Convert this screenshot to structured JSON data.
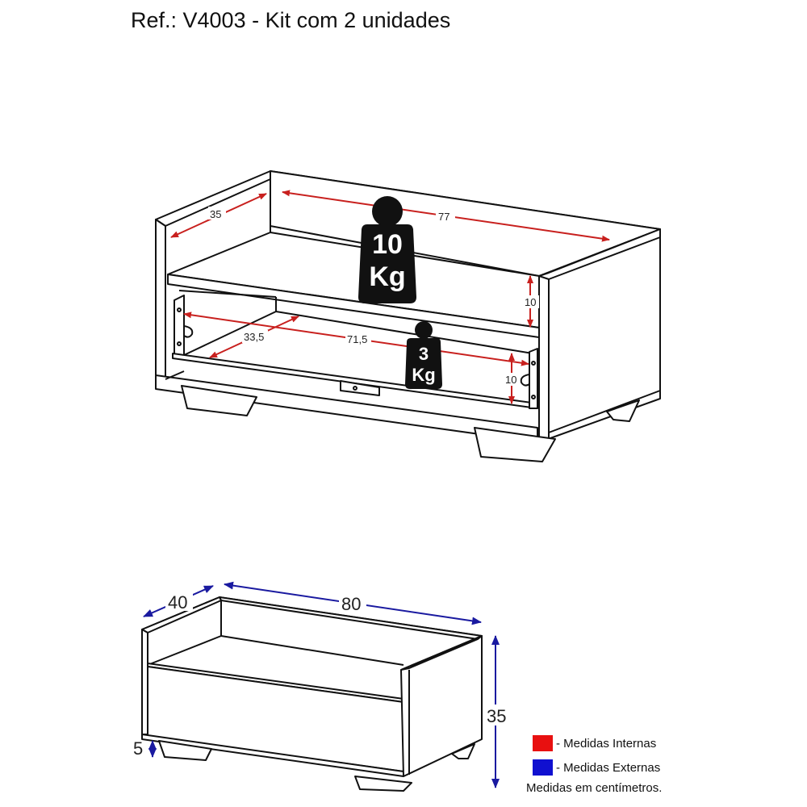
{
  "title": "Ref.: V4003 - Kit com 2 unidades",
  "top_view": {
    "dims": {
      "depth_top": "35",
      "width_top": "77",
      "height_top": "10",
      "drawer_depth": "33,5",
      "drawer_width": "71,5",
      "drawer_height": "10"
    },
    "weights": {
      "shelf": {
        "value": "10",
        "unit": "Kg"
      },
      "drawer": {
        "value": "3",
        "unit": "Kg"
      }
    }
  },
  "bottom_view": {
    "dims": {
      "depth": "40",
      "width": "80",
      "height": "35",
      "leg": "5"
    }
  },
  "legend": {
    "items": [
      {
        "label": "- Medidas Internas",
        "color": "#e81010"
      },
      {
        "label": "- Medidas Externas",
        "color": "#1010d0"
      }
    ],
    "note": "Medidas em centímetros."
  },
  "colors": {
    "internal": "#c8201e",
    "external": "#1a1aa0"
  }
}
